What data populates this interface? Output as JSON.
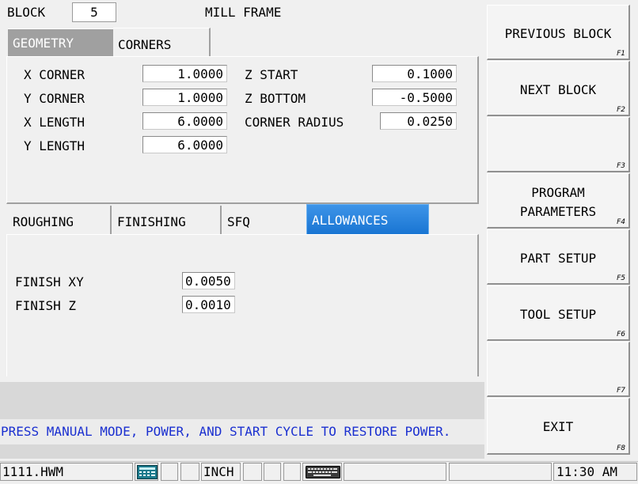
{
  "header": {
    "block_label": "BLOCK",
    "block_value": "5",
    "title": "MILL FRAME"
  },
  "top_tabs": [
    {
      "label": "GEOMETRY",
      "active": true
    },
    {
      "label": "CORNERS",
      "active": false
    }
  ],
  "geometry": {
    "x_corner": {
      "label": "X CORNER",
      "value": "1.0000"
    },
    "y_corner": {
      "label": "Y CORNER",
      "value": "1.0000"
    },
    "x_length": {
      "label": "X LENGTH",
      "value": "6.0000"
    },
    "y_length": {
      "label": "Y LENGTH",
      "value": "6.0000"
    },
    "z_start": {
      "label": "Z START",
      "value": "0.1000"
    },
    "z_bottom": {
      "label": "Z BOTTOM",
      "value": "-0.5000"
    },
    "corner_radius": {
      "label": "CORNER RADIUS",
      "value": "0.0250"
    }
  },
  "bottom_tabs": [
    {
      "label": "ROUGHING",
      "active": false
    },
    {
      "label": "FINISHING",
      "active": false
    },
    {
      "label": "SFQ",
      "active": false
    },
    {
      "label": "ALLOWANCES",
      "active": true
    }
  ],
  "allowances": {
    "finish_xy": {
      "label": "FINISH XY",
      "value": "0.0050"
    },
    "finish_z": {
      "label": "FINISH Z",
      "value": "0.0010"
    }
  },
  "message": "PRESS MANUAL MODE, POWER, AND START CYCLE TO RESTORE POWER.",
  "function_keys": [
    {
      "line1": "PREVIOUS BLOCK",
      "line2": "",
      "key": "F1"
    },
    {
      "line1": "NEXT BLOCK",
      "line2": "",
      "key": "F2"
    },
    {
      "line1": "",
      "line2": "",
      "key": "F3"
    },
    {
      "line1": "PROGRAM",
      "line2": "PARAMETERS",
      "key": "F4"
    },
    {
      "line1": "PART SETUP",
      "line2": "",
      "key": "F5"
    },
    {
      "line1": "TOOL SETUP",
      "line2": "",
      "key": "F6"
    },
    {
      "line1": "",
      "line2": "",
      "key": "F7"
    },
    {
      "line1": "EXIT",
      "line2": "",
      "key": "F8"
    }
  ],
  "status_bar": {
    "filename": "1111.HWM",
    "calculator_icon": "calculator-icon",
    "units": "INCH",
    "keyboard_icon": "keyboard-icon",
    "time": "11:30 AM"
  },
  "colors": {
    "active_tab_top": "#a0a0a0",
    "active_tab_bottom": "#1874d2",
    "message_text": "#1a2fd0",
    "message_band": "#d8d8d8"
  }
}
